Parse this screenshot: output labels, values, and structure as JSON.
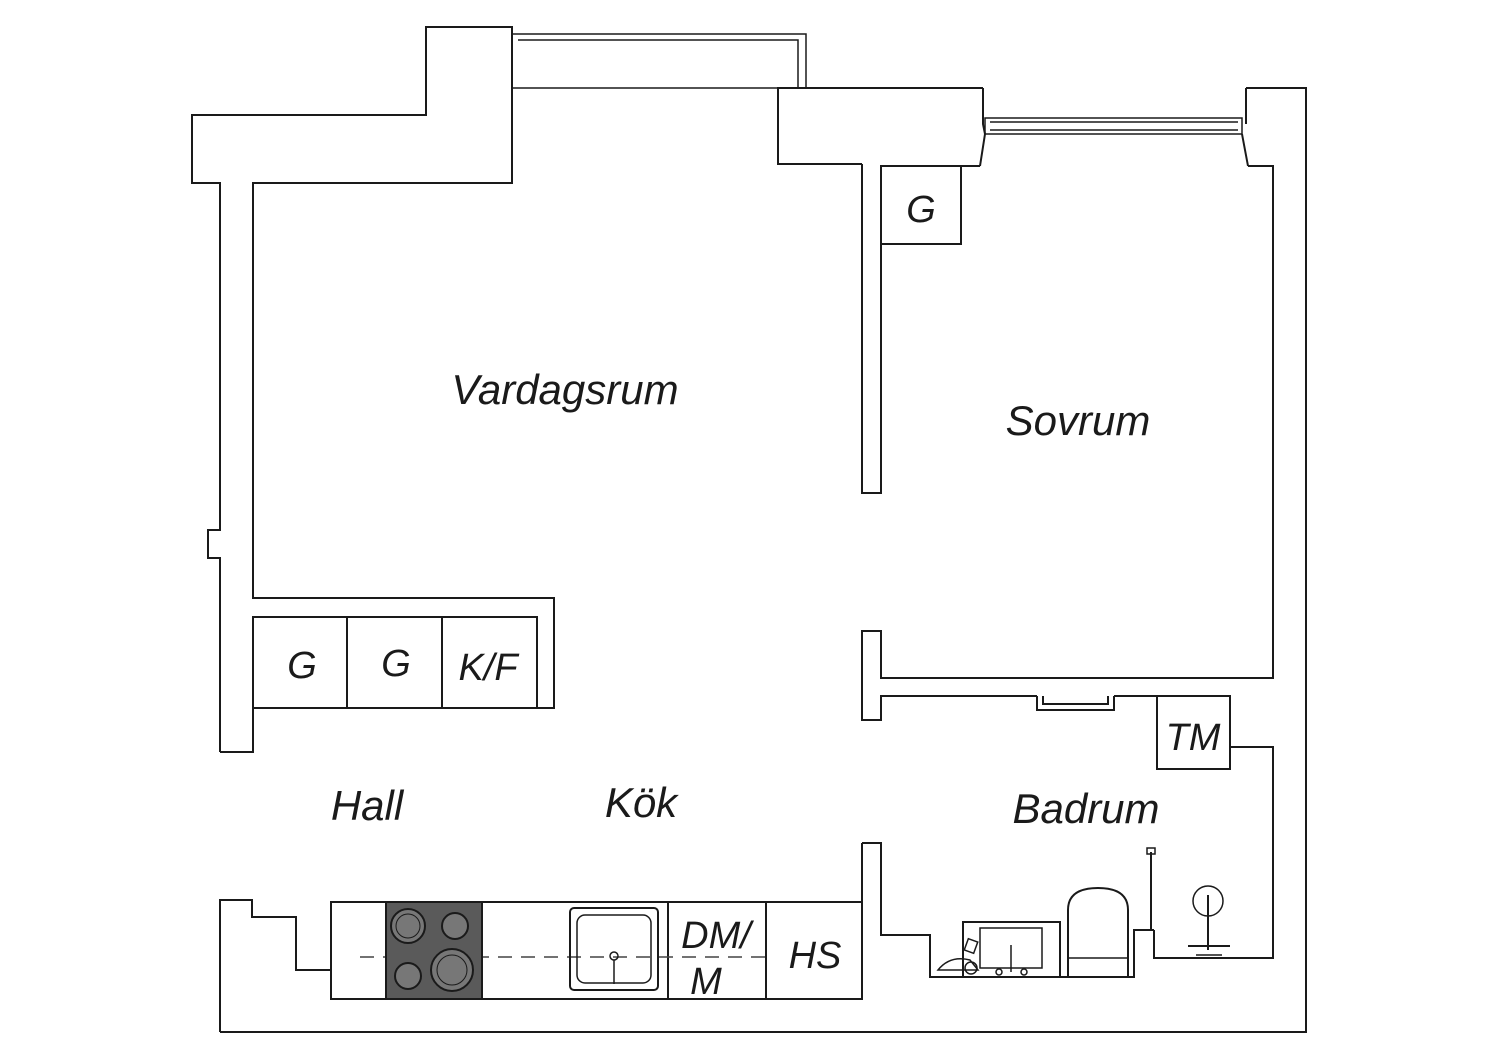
{
  "rooms": {
    "vardagsrum": "Vardagsrum",
    "sovrum": "Sovrum",
    "hall": "Hall",
    "kok": "Kök",
    "badrum": "Badrum"
  },
  "fixtures": {
    "closet_bedroom": "G",
    "closet_hall_1": "G",
    "closet_hall_2": "G",
    "fridge_freezer": "K/F",
    "dishwasher_line1": "DM/",
    "dishwasher_line2": "M",
    "cabinet": "HS",
    "dryer": "TM"
  },
  "colors": {
    "line": "#1a1a1a",
    "stove": "#5a5a5a",
    "background": "#ffffff"
  }
}
